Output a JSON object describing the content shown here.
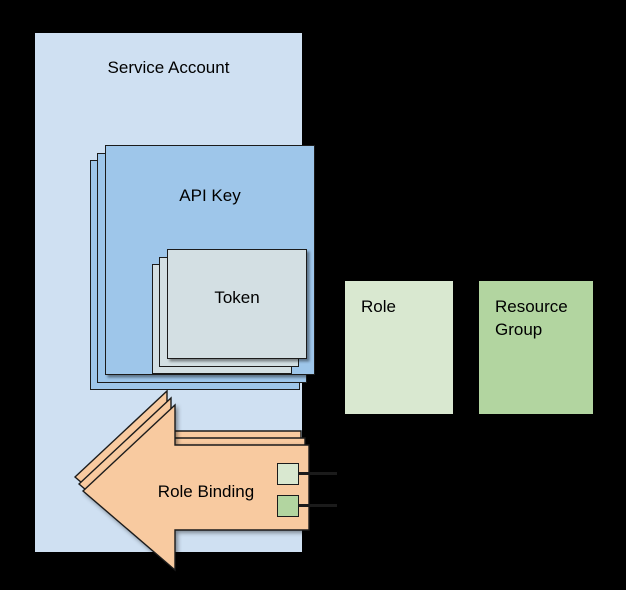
{
  "diagram": {
    "title": "Service Account",
    "background_color": "#000000"
  },
  "service_account": {
    "label": "Service Account",
    "fill": "#cfe0f2",
    "api_key": {
      "label": "API Key",
      "fill": "#9ec6ea",
      "stack_count": 3
    },
    "token": {
      "label": "Token",
      "fill": "#d3dfe3",
      "stack_count": 3
    },
    "role_binding": {
      "label": "Role Binding",
      "fill": "#f8caa0",
      "stack_count": 3,
      "shape": "left-arrow",
      "ports": [
        {
          "name": "role-port",
          "fill": "#d9e8d0"
        },
        {
          "name": "resource-group-port",
          "fill": "#b2d5a0"
        }
      ]
    }
  },
  "resources": [
    {
      "label": "Role",
      "fill": "#d9e8d0"
    },
    {
      "label": "Resource Group",
      "fill": "#b2d5a0"
    }
  ],
  "connectors": [
    {
      "from": "role-binding",
      "to": "Role"
    },
    {
      "from": "role-binding",
      "to": "Resource Group"
    }
  ]
}
